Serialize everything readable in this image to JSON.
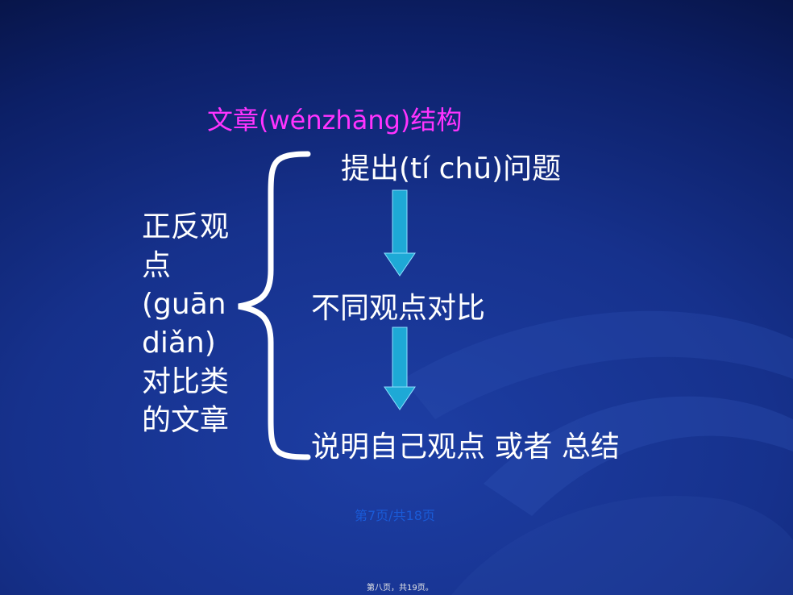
{
  "slide": {
    "title": "文章(wénzhāng)结构",
    "left_label": "正反观点(guān diǎn)对比类的文章",
    "steps": [
      "提出(tí chū)问题",
      "不同观点对比",
      "说明自己观点 或者 总结"
    ],
    "page_indicator": "第7页/共18页",
    "footer": "第八页，共19页。"
  },
  "colors": {
    "title": "#ff33ff",
    "text": "#ffffff",
    "arrow": "#1ea9d6",
    "page_indicator": "#1a5bd8"
  }
}
